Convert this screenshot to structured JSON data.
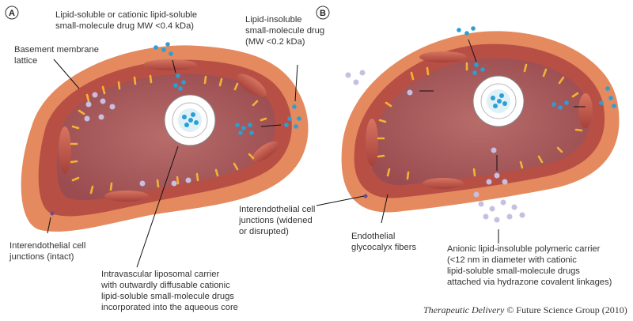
{
  "panels": {
    "a": {
      "letter": "A",
      "labels": {
        "lipid_soluble": [
          "Lipid-soluble or cationic lipid-soluble",
          "small-molecule drug MW <0.4 kDa)"
        ],
        "lipid_insoluble": [
          "Lipid-insoluble",
          "small-molecule drug",
          "(MW <0.2 kDa)"
        ],
        "basement_membrane": [
          "Basement membrane",
          "lattice"
        ],
        "junctions_intact": [
          "Interendothelial cell",
          "junctions (intact)"
        ],
        "liposomal_carrier": [
          "Intravascular liposomal carrier",
          "with outwardly diffusable cationic",
          "lipid-soluble small-molecule drugs",
          "incorporated into the aqueous core"
        ]
      }
    },
    "b": {
      "letter": "B",
      "labels": {
        "junctions_widened": [
          "Interendothelial cell",
          "junctions (widened",
          "or disrupted)"
        ],
        "glycocalyx": [
          "Endothelial",
          "glycocalyx fibers"
        ],
        "polymeric_carrier": [
          "Anionic lipid-insoluble polymeric carrier",
          "(<12 nm in diameter with cationic",
          "lipid-soluble small-molecule drugs",
          "attached via hydrazone covalent linkages)"
        ]
      }
    }
  },
  "credit": {
    "journal": "Therapeutic Delivery",
    "rest": " © Future Science Group (2010)"
  },
  "colors": {
    "outer_tissue": "#e48a5e",
    "vessel_wall": "#b84f45",
    "lumen": "#a85a5c",
    "glycocalyx": "#f4b235",
    "small_drug": "#2a9fd6",
    "polymer_carrier": "#c6bfe0"
  }
}
